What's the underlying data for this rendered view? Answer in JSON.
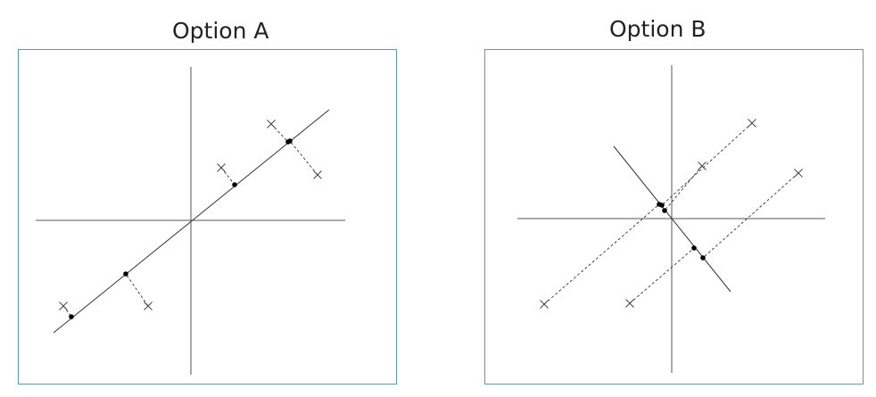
{
  "panels": [
    {
      "id": "a",
      "title": "Option A",
      "axes": {
        "h": [
          [
            40,
            247
          ],
          [
            387,
            247
          ]
        ],
        "v": [
          [
            214,
            75
          ],
          [
            214,
            420
          ]
        ]
      },
      "line": [
        [
          60,
          373
        ],
        [
          369,
          123
        ]
      ],
      "points": [
        {
          "x": [
            71,
            343
          ],
          "p": [
            80,
            355
          ]
        },
        {
          "x": [
            166,
            343
          ],
          "p": [
            141,
            307
          ]
        },
        {
          "x": [
            248,
            188
          ],
          "p": [
            263,
            207
          ]
        },
        {
          "x": [
            304,
            139
          ],
          "p": [
            323,
            159
          ]
        },
        {
          "x": [
            356,
            196
          ],
          "p": [
            325,
            158
          ]
        }
      ]
    },
    {
      "id": "b",
      "title": "Option B",
      "axes": {
        "h": [
          [
            580,
            245
          ],
          [
            925,
            245
          ]
        ],
        "v": [
          [
            753,
            73
          ],
          [
            753,
            418
          ]
        ]
      },
      "line": [
        [
          688,
          164
        ],
        [
          819,
          327
        ]
      ],
      "points": [
        {
          "x": [
            610,
            341
          ],
          "p": [
            739,
            229
          ]
        },
        {
          "x": [
            843,
            138
          ],
          "p": [
            742,
            230
          ]
        },
        {
          "x": [
            787,
            186
          ],
          "p": [
            745,
            236
          ]
        },
        {
          "x": [
            706,
            340
          ],
          "p": [
            778,
            278
          ]
        },
        {
          "x": [
            895,
            194
          ],
          "p": [
            788,
            289
          ]
        }
      ]
    }
  ]
}
